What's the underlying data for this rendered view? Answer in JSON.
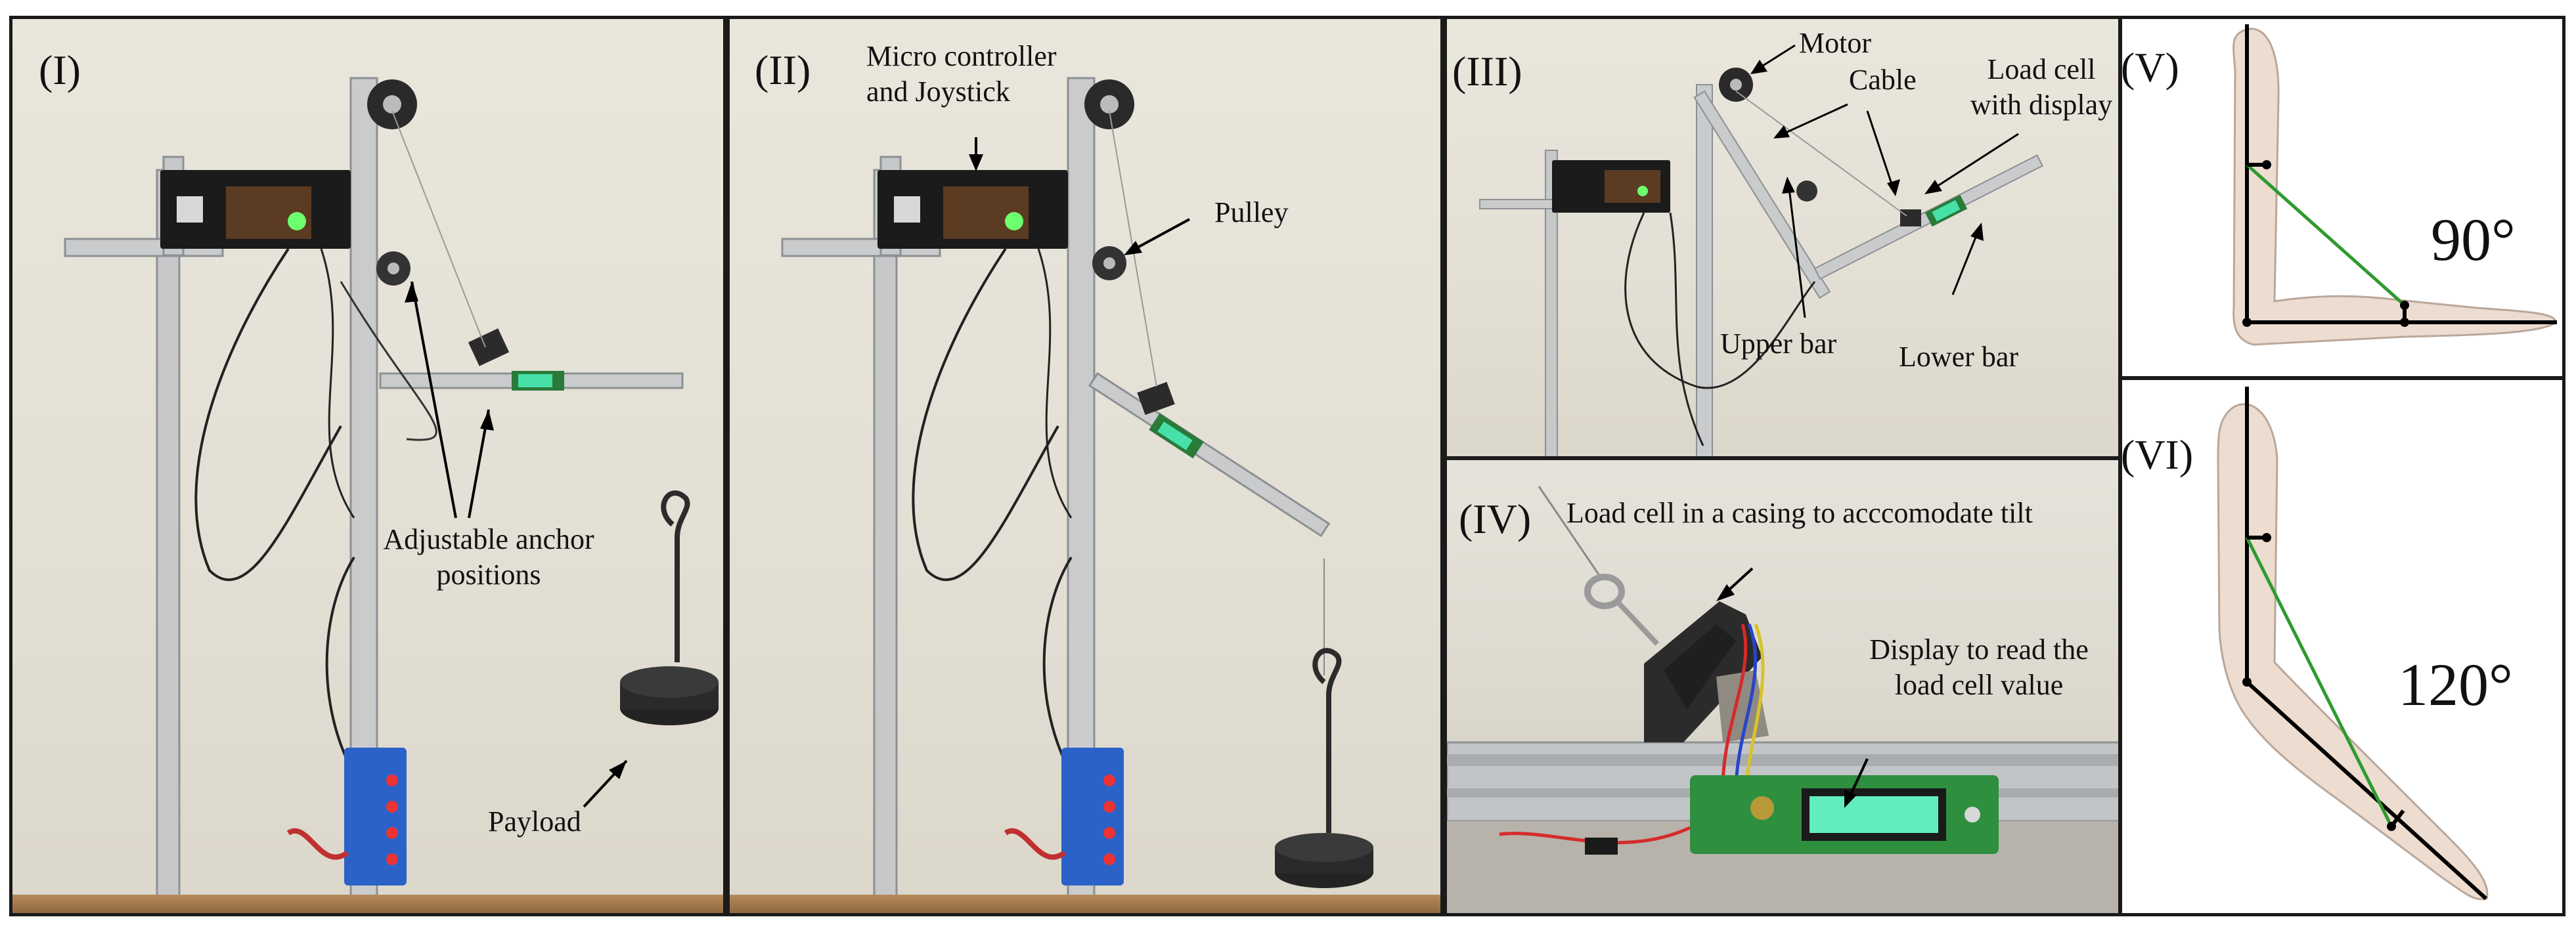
{
  "panels": [
    {
      "id": "I",
      "label": "(I)",
      "annotations": [
        "Adjustable anchor",
        "positions",
        "Payload"
      ]
    },
    {
      "id": "II",
      "label": "(II)",
      "annotations": [
        "Micro controller",
        "and Joystick",
        "Pulley"
      ]
    },
    {
      "id": "III",
      "label": "(III)",
      "annotations": [
        "Motor",
        "Cable",
        "Load cell",
        "with display",
        "Upper bar",
        "Lower bar"
      ]
    },
    {
      "id": "IV",
      "label": "(IV)",
      "annotations": [
        "Load cell in a casing to acccomodate tilt",
        "Display to read the",
        "load cell value"
      ]
    },
    {
      "id": "V",
      "label": "(V)",
      "angle": "90°"
    },
    {
      "id": "VI",
      "label": "(VI)",
      "angle": "120°"
    }
  ],
  "colors": {
    "arm_fill": "#eddcd0",
    "arm_stroke": "#b9a79a",
    "cable": "#2f9a2f",
    "display": "#46e0a8",
    "frame": "#c9cbcd"
  }
}
